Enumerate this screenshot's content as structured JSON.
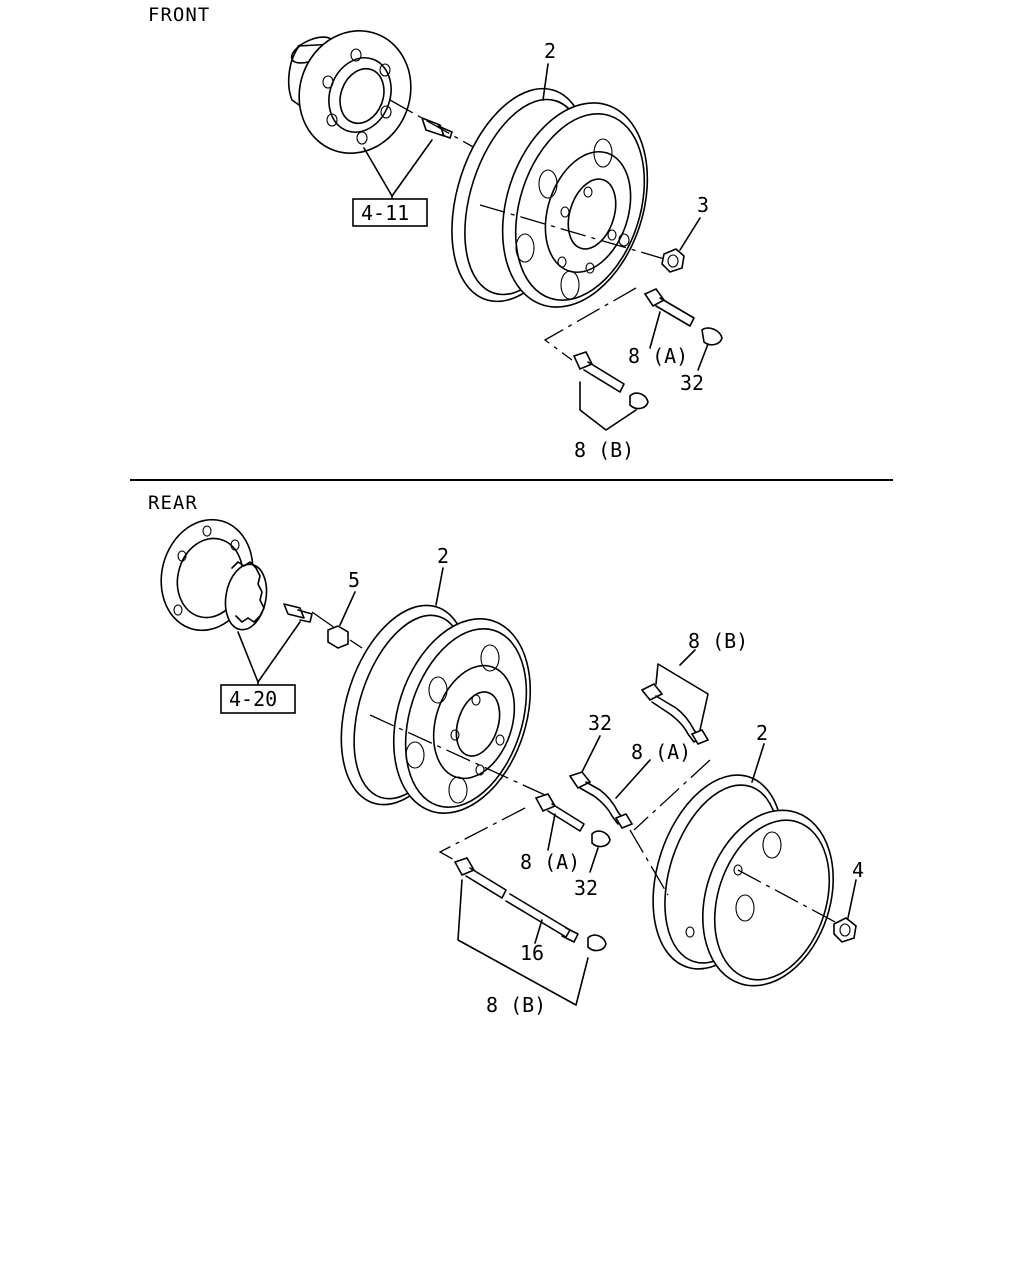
{
  "sections": {
    "front": "FRONT",
    "rear": "REAR"
  },
  "callouts": {
    "front_ref": "4-11",
    "rear_ref": "4-20",
    "f_wheel": "2",
    "f_nut": "3",
    "f_valve_a": "8 (A)",
    "f_cap": "32",
    "f_valve_b": "8 (B)",
    "r_bolt": "5",
    "r_wheel_inner": "2",
    "r_valve_a_lower": "8 (A)",
    "r_cap_lower": "32",
    "r_extension": "16",
    "r_valve_b_lower": "8 (B)",
    "r_valve_b_upper": "8 (B)",
    "r_cap_upper": "32",
    "r_valve_a_upper": "8 (A)",
    "r_wheel_outer": "2",
    "r_nut": "4"
  }
}
